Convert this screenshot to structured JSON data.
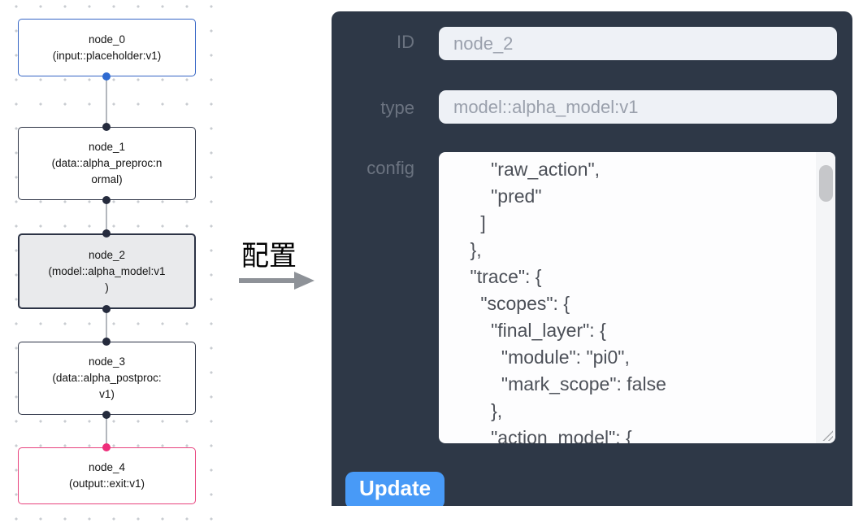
{
  "flow": {
    "nodes": [
      {
        "id": "node_0",
        "type": "input::placeholder:v1",
        "text": "node_0\n(input::placeholder:v1)",
        "state": "default"
      },
      {
        "id": "node_1",
        "type": "data::alpha_preproc:normal",
        "text": "node_1\n(data::alpha_preproc:n\normal)",
        "state": "default"
      },
      {
        "id": "node_2",
        "type": "model::alpha_model:v1",
        "text": "node_2\n(model::alpha_model:v1\n)",
        "state": "selected"
      },
      {
        "id": "node_3",
        "type": "data::alpha_postproc:v1",
        "text": "node_3\n(data::alpha_postproc:\nv1)",
        "state": "default"
      },
      {
        "id": "node_4",
        "type": "output::exit:v1",
        "text": "node_4\n(output::exit:v1)",
        "state": "default"
      }
    ]
  },
  "transition": {
    "label": "配置",
    "icon": "arrow-right"
  },
  "panel": {
    "fields": [
      {
        "label": "ID",
        "value": "node_2"
      },
      {
        "label": "type",
        "value": "model::alpha_model:v1"
      }
    ],
    "config_label": "config",
    "config_text": "        \"raw_action\",\n        \"pred\"\n      ]\n    },\n    \"trace\": {\n      \"scopes\": {\n        \"final_layer\": {\n          \"module\": \"pi0\",\n          \"mark_scope\": false\n        },\n        \"action_model\": {",
    "update_label": "Update"
  },
  "colors": {
    "panel_bg": "#2e3847",
    "accent_blue": "#489af7",
    "input_bg": "#eef1f6",
    "label_gray": "#6b7380",
    "node_default_border": "#2c3345",
    "node_input_border": "#3565c5",
    "node_output_border": "#e8437e",
    "node_selected_fill": "#e9eaec",
    "port_blue": "#2e6ad1",
    "port_pink": "#ee2d7a",
    "edge_gray": "#b3b7bd"
  }
}
